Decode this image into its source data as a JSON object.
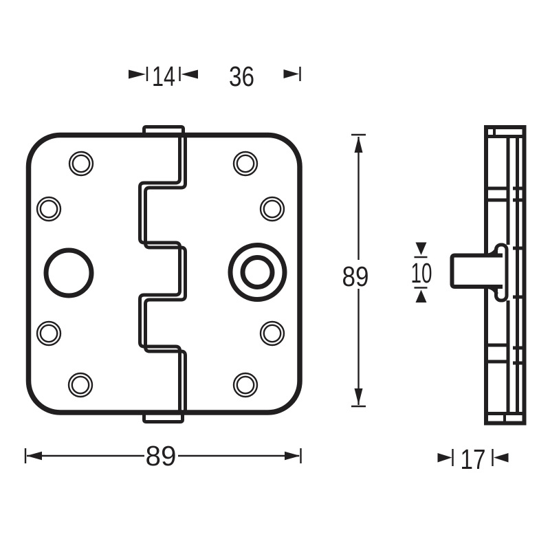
{
  "drawing": {
    "background": "#ffffff",
    "ink_color": "#221f20",
    "dimensions": {
      "knuckle_width": "14",
      "edge_offset": "36",
      "height": "89",
      "width": "89",
      "pin_diameter": "10",
      "thickness": "17"
    }
  }
}
